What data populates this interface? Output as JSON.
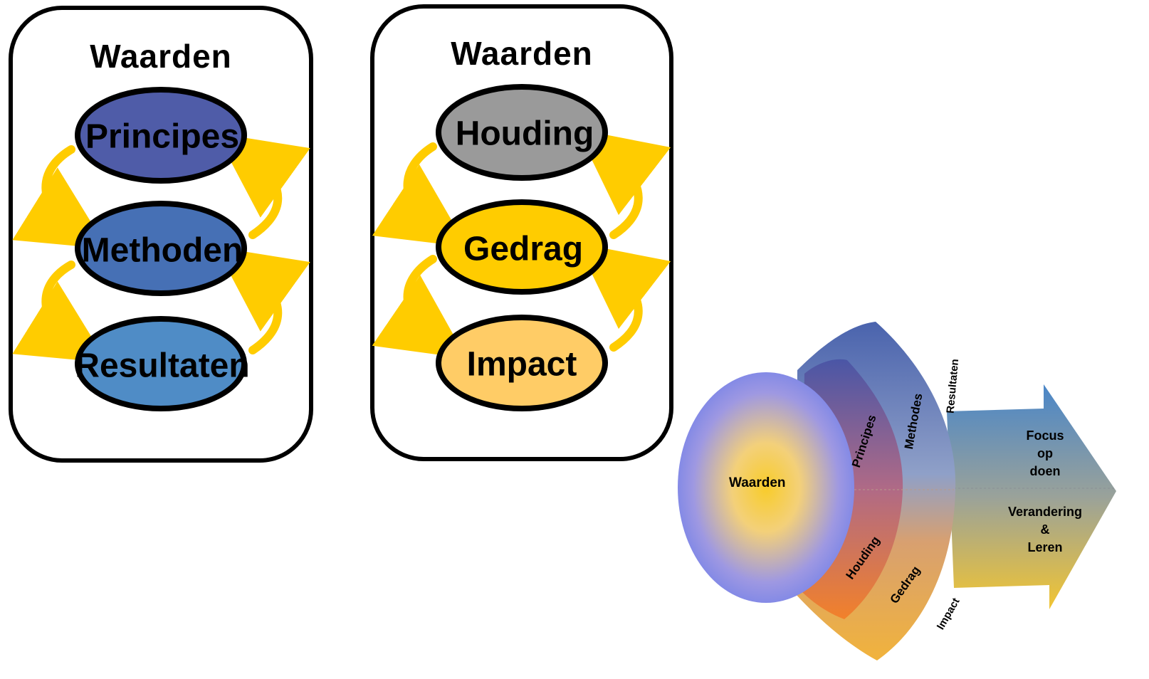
{
  "left_panel": {
    "title": "Waarden",
    "items": [
      "Principes",
      "Methoden",
      "Resultaten"
    ]
  },
  "middle_panel": {
    "title": "Waarden",
    "items": [
      "Houding",
      "Gedrag",
      "Impact"
    ]
  },
  "right_diagram": {
    "core": "Waarden",
    "inner_upper": "Principes",
    "inner_lower": "Houding",
    "middle_upper": "Methodes",
    "middle_lower": "Gedrag",
    "outer_upper": "Resultaten",
    "outer_lower": "Impact",
    "arrow_upper": [
      "Focus",
      "op",
      "doen"
    ],
    "arrow_lower": [
      "Verandering",
      "&",
      "Leren"
    ]
  },
  "colors": {
    "principes": "#4f5ca8",
    "methoden": "#4670b5",
    "resultaten": "#4f8cc6",
    "houding": "#9a9a9a",
    "gedrag": "#ffcc00",
    "impact": "#ffcc66",
    "arrow_curve": "#ffcc00"
  }
}
